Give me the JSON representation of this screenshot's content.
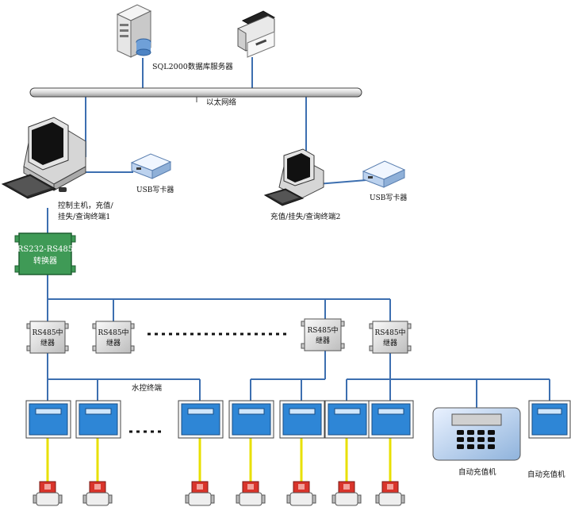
{
  "labels": {
    "server": "SQL2000数据库服务器",
    "ethernet": "以太网络",
    "usb_writer_1": "USB写卡器",
    "usb_writer_2": "USB写卡器",
    "host_line1": "控制主机，充值/",
    "host_line2": "挂失/查询终端1",
    "terminal2": "充值/挂失/查询终端2",
    "converter_line1": "RS232-RS485",
    "converter_line2": "转换器",
    "repeater_line1": "RS485中",
    "repeater_line2": "继器",
    "water_terminal": "水控终端",
    "auto_recharge_1": "自动充值机",
    "auto_recharge_2": "自动充值机"
  },
  "colors": {
    "wire": "#3d6fb0",
    "valve_wire": "#e8e000",
    "converter": "#3f9a56",
    "valve": "#d9342b",
    "screen": "#2e86d6"
  }
}
